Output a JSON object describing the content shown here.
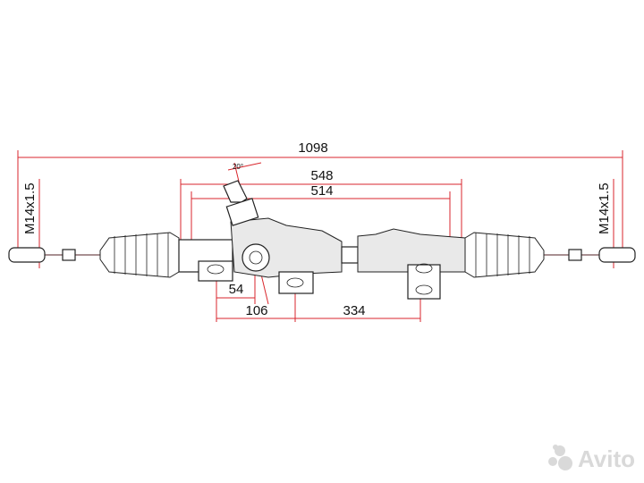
{
  "dimensions": {
    "overall_length": "1098",
    "mount_span_outer": "548",
    "mount_span_inner": "514",
    "pinion_offset": "54",
    "left_offset": "106",
    "right_offset": "334",
    "thread_left": "M14x1.5",
    "thread_right": "M14x1.5",
    "pinion_angle": "20°"
  },
  "watermark": {
    "text": "Avito"
  },
  "colors": {
    "dimension_line": "#d9262c",
    "outline": "#222222",
    "watermark": "#d9d9d9"
  }
}
